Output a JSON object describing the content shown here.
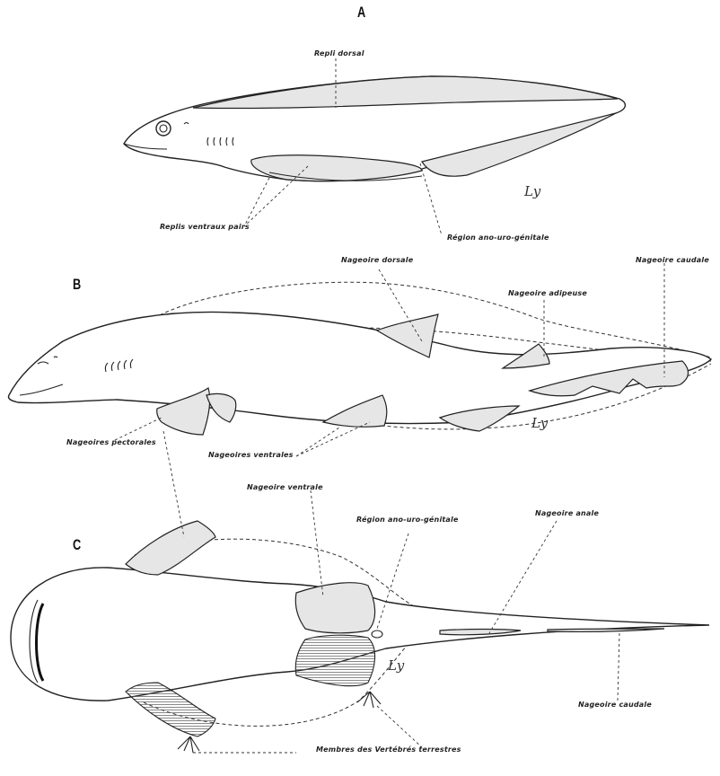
{
  "panels": {
    "a": {
      "letter": "A",
      "labels": {
        "dorsal": "Repli dorsal",
        "ventral": "Replis ventraux pairs",
        "genital": "Région ano-uro-génitale"
      }
    },
    "b": {
      "letter": "B",
      "labels": {
        "dorsal": "Nageoire dorsale",
        "adipose": "Nageoire adipeuse",
        "caudal": "Nageoire caudale",
        "pectoral": "Nageoires pectorales",
        "ventral": "Nageoires ventrales"
      }
    },
    "c": {
      "letter": "C",
      "labels": {
        "ventral": "Nageoire ventrale",
        "genital": "Région ano-uro-génitale",
        "anal": "Nageoire anale",
        "caudal": "Nageoire caudale",
        "limbs": "Membres des Vertébrés terrestres"
      }
    }
  },
  "signature": "Ly"
}
